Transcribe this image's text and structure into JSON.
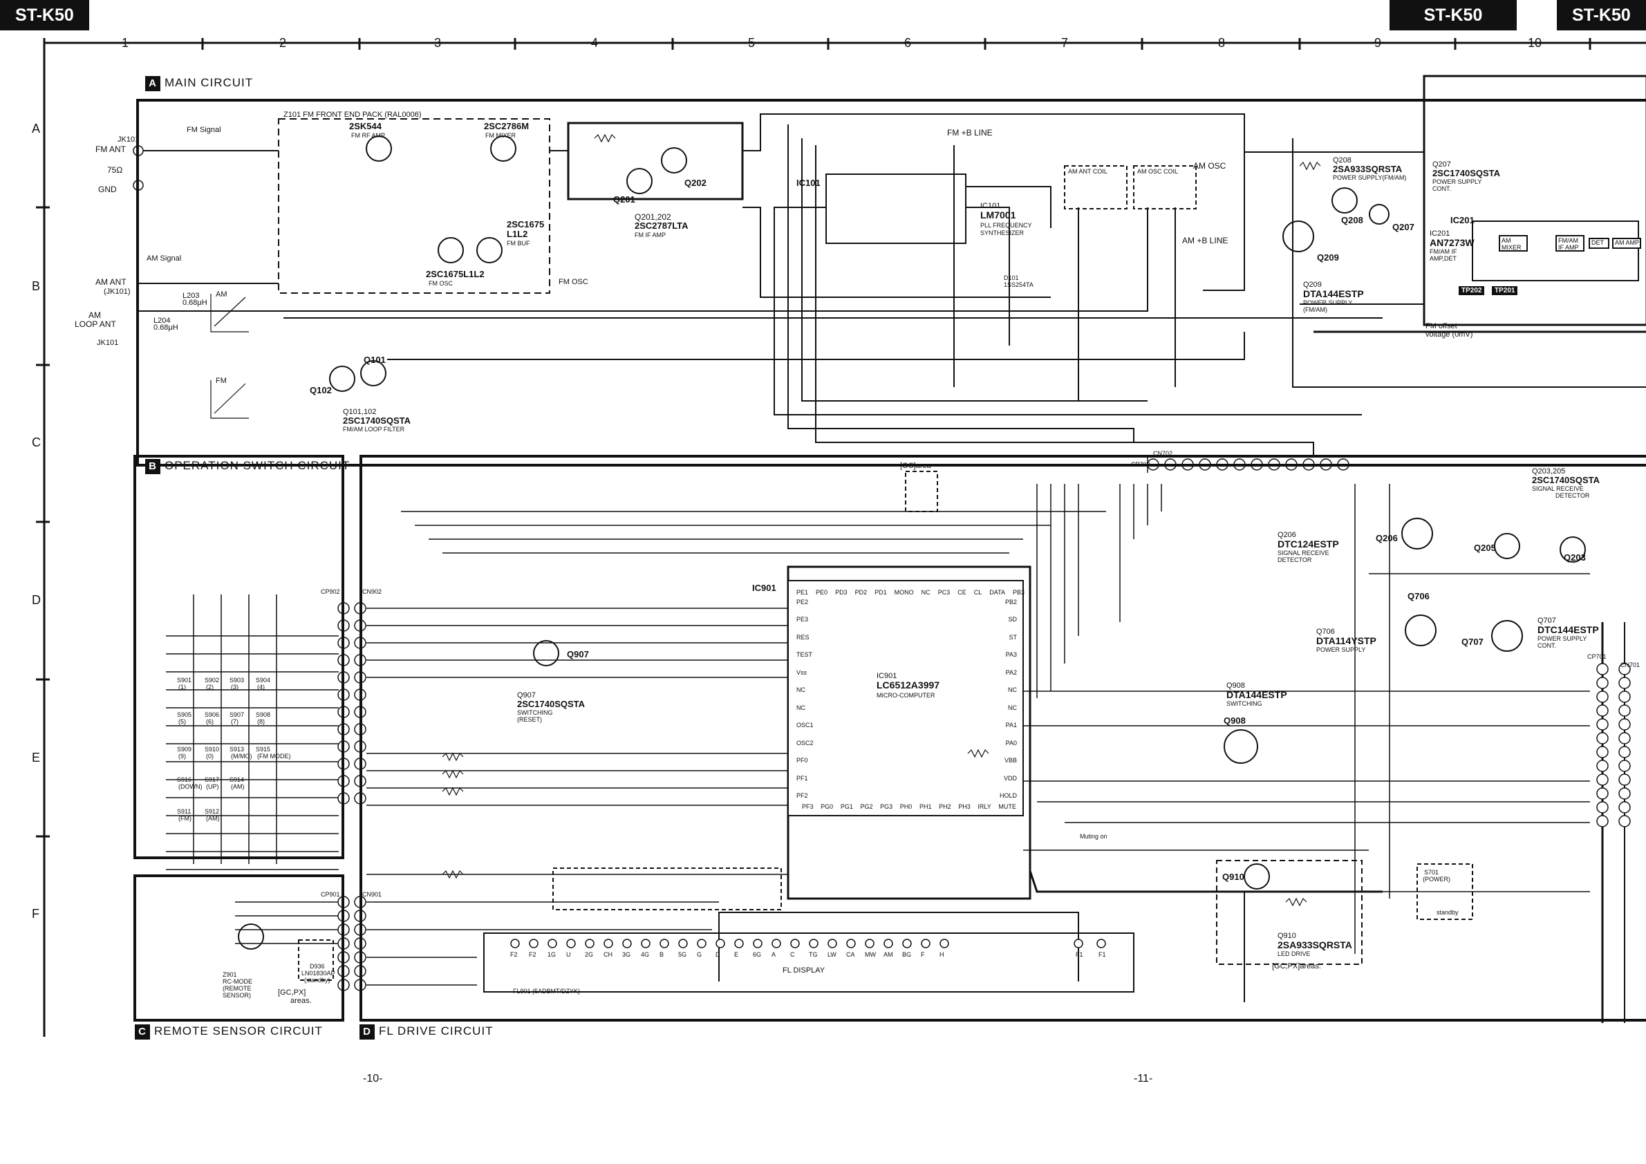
{
  "header": {
    "model_left": "ST-K50",
    "model_right_a": "ST-K50",
    "model_right_b": "ST-K50"
  },
  "columns": [
    "1",
    "2",
    "3",
    "4",
    "5",
    "6",
    "7",
    "8",
    "9",
    "10"
  ],
  "rows": [
    "A",
    "B",
    "C",
    "D",
    "E",
    "F"
  ],
  "blocks": {
    "a": {
      "key": "A",
      "title": "MAIN CIRCUIT"
    },
    "b": {
      "key": "B",
      "title": "OPERATION SWITCH CIRCUIT"
    },
    "c": {
      "key": "C",
      "title": "REMOTE SENSOR CIRCUIT"
    },
    "d": {
      "key": "D",
      "title": "FL DRIVE CIRCUIT"
    }
  },
  "main": {
    "jk101_fm": "JK101",
    "fm_ant": "FM ANT",
    "ohm75": "75Ω",
    "gnd": "GND",
    "fm_signal": "FM Signal",
    "am_signal": "AM Signal",
    "am_ant": "AM ANT",
    "jk101_b": "(JK101)",
    "am_loop": "AM",
    "loop_ant": "LOOP ANT",
    "jk101_c": "JK101",
    "z101": "Z101  FM FRONT END PACK (RAL0006)",
    "q_2sk544": "2SK544",
    "fm_rf_amp": "FM RF AMP",
    "q_2sc2786m": "2SC2786M",
    "fm_mixer": "FM MIXER",
    "q_2sc1675": "2SC1675",
    "l1l2_a": "L1L2",
    "fm_buf": "FM BUF",
    "q_2sc1675b": "2SC1675L1L2",
    "fm_osc": "FM OSC",
    "fm_osc_line": "FM OSC",
    "q201": "Q201",
    "q202": "Q202",
    "q201_202": "Q201,202",
    "q201_type": "2SC2787LTA",
    "fm_if_amp": "FM IF AMP",
    "fm_b_line": "FM +B LINE",
    "am_b_line": "AM +B LINE",
    "am_osc": "AM OSC",
    "ic101": "IC101",
    "ic101_name": "IC101",
    "lm7001": "LM7001",
    "pll1": "PLL FREQUENCY",
    "pll2": "SYNTHESIZER",
    "am_ant_coil": "AM ANT COIL",
    "am_osc_coil": "AM OSC COIL",
    "q208": "Q208",
    "q208_type": "2SA933SQRSTA",
    "q208_desc": "POWER SUPPLY(FM/AM)",
    "q207": "Q207",
    "q207_type": "2SC1740SQSTA",
    "q207_desc1": "POWER SUPPLY",
    "q207_desc2": "CONT.",
    "q209": "Q209",
    "q209_type": "DTA144ESTP",
    "q209_desc1": "POWER SUPPLY",
    "q209_desc2": "(FM/AM)",
    "ic201": "IC201",
    "an7273w": "AN7273W",
    "ic201_desc1": "FM/AM IF",
    "ic201_desc2": "AMP,DET",
    "am_mixer": "AM MIXER",
    "fmam_if": "FM/AM IF AMP",
    "det": "DET",
    "am_amp": "AM AMP",
    "tp202": "TP202",
    "tp201": "TP201",
    "fm_offset1": "FM offset",
    "fm_offset2": "voltage (0mV)",
    "q101": "Q101",
    "q102": "Q102",
    "q101_102": "Q101,102",
    "q101_type": "2SC1740SQSTA",
    "q101_desc": "FM/AM LOOP FILTER",
    "d101": "D101",
    "d101_type": "1SS254TA",
    "l203": "L203",
    "l203_v": "0.68μH",
    "l204": "L204",
    "l204_v": "0.68μH",
    "am_graph": "AM",
    "fm_graph": "FM",
    "cn702": "CN702",
    "cp702": "CP702"
  },
  "opswitch": {
    "cp902": "CP902",
    "cn902": "CN902",
    "switches": [
      "S901",
      "S902",
      "S903",
      "S904",
      "S905",
      "S906",
      "S907",
      "S908",
      "S909",
      "S910",
      "S913",
      "S915",
      "S916",
      "S917",
      "S914",
      "S911",
      "S912"
    ],
    "sw_labels": [
      "(1)",
      "(2)",
      "(3)",
      "(4)",
      "(5)",
      "(6)",
      "(7)",
      "(8)",
      "(9)",
      "(0)",
      "(M/MO)",
      "(FM MODE)",
      "(DOWN)",
      "(UP)",
      "(AM)",
      "(FM)",
      "(AM)"
    ]
  },
  "fldrive": {
    "ic901": "IC901",
    "ic901_name": "IC901",
    "lc6512": "LC6512A3997",
    "micro": "MICRO-COMPUTER",
    "q907": "Q907",
    "q907_type": "2SC1740SQSTA",
    "q907_d1": "SWITCHING",
    "q907_d2": "(RESET)",
    "gc_area": "[GC]area",
    "q206": "Q206",
    "q206_type": "DTC124ESTP",
    "q206_d1": "SIGNAL RECEIVE",
    "q206_d2": "DETECTOR",
    "q203_205": "Q203,205",
    "q203_type": "2SC1740SQSTA",
    "q203_d1": "SIGNAL RECEIVE",
    "q203_d2": "DETECTOR",
    "q205": "Q205",
    "q203": "Q203",
    "q706": "Q706",
    "q706_type": "DTA114YSTP",
    "q706_d": "POWER SUPPLY",
    "q707": "Q707",
    "q707_type": "DTC144ESTP",
    "q707_d1": "POWER SUPPLY",
    "q707_d2": "CONT.",
    "q908": "Q908",
    "q908_type": "DTA144ESTP",
    "q908_d": "SWITCHING",
    "q910": "Q910",
    "q910_type": "2SA933SQRSTA",
    "q910_d": "LED DRIVE",
    "gcpx_areas": "[GC,PX]areas.",
    "fl_display": "FL DISPLAY",
    "fl901": "FL901 (5ADBMT/DZYK)",
    "fl_pins": [
      "F2",
      "F2",
      "1G",
      "U",
      "2G",
      "CH",
      "3G",
      "4G",
      "B",
      "5G",
      "G",
      "D",
      "E",
      "6G",
      "A",
      "C",
      "TG",
      "LW",
      "CA",
      "MW",
      "AM",
      "BG",
      "F",
      "H",
      "F1",
      "F1"
    ],
    "muting": "Muting on",
    "s701": "S701",
    "s701_d": "(POWER)",
    "standby": "standby",
    "cp701": "CP701",
    "cn701": "CN701"
  },
  "remote": {
    "cp901": "CP901",
    "cn901": "CN901",
    "z901": "Z901",
    "z901_d1": "RC-MODE",
    "z901_d2": "(REMOTE",
    "z901_d3": "SENSOR)",
    "d936": "D936",
    "ln": "LN01830AP",
    "ln_d": "(standby)",
    "gcpx": "[GC,PX]",
    "areas": "areas."
  },
  "ic901_pins_top": [
    "PE1",
    "PE0",
    "PD3",
    "PD2",
    "PD1",
    "MONO",
    "NC",
    "PC3",
    "CE",
    "CL",
    "DATA",
    "PB3"
  ],
  "ic901_pins_left": [
    "PE2",
    "PE3",
    "RES",
    "TEST",
    "Vss",
    "NC",
    "NC",
    "OSC1",
    "OSC2",
    "PF0",
    "PF1",
    "PF2"
  ],
  "ic901_pins_right": [
    "PB2",
    "SD",
    "ST",
    "PA3",
    "PA2",
    "NC",
    "NC",
    "PA1",
    "PA0",
    "VBB",
    "VDD",
    "HOLD"
  ],
  "ic901_pins_bottom": [
    "PF3",
    "PG0",
    "PG1",
    "PG2",
    "PG3",
    "PH0",
    "PH1",
    "PH2",
    "PH3",
    "IRLY",
    "MUTE"
  ],
  "pages": {
    "left": "-10-",
    "right": "-11-"
  }
}
